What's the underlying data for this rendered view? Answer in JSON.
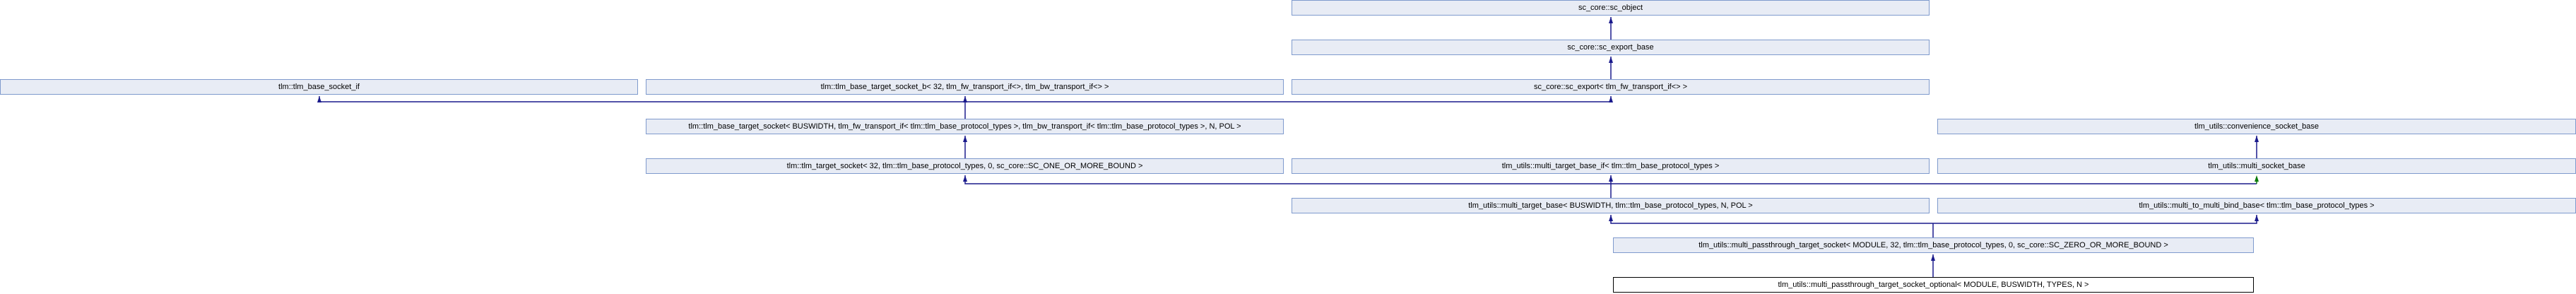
{
  "nodes": {
    "sc_object": "sc_core::sc_object",
    "sc_export_base": "sc_core::sc_export_base",
    "tlm_base_socket_if": "tlm::tlm_base_socket_if",
    "tlm_base_target_socket_b": "tlm::tlm_base_target_socket_b< 32, tlm_fw_transport_if<>, tlm_bw_transport_if<> >",
    "sc_export": "sc_core::sc_export< tlm_fw_transport_if<> >",
    "tlm_base_target_socket": "tlm::tlm_base_target_socket< BUSWIDTH, tlm_fw_transport_if< tlm::tlm_base_protocol_types >, tlm_bw_transport_if< tlm::tlm_base_protocol_types >, N, POL >",
    "convenience_socket_base": "tlm_utils::convenience_socket_base",
    "tlm_target_socket": "tlm::tlm_target_socket< 32, tlm::tlm_base_protocol_types, 0, sc_core::SC_ONE_OR_MORE_BOUND >",
    "multi_target_base_if": "tlm_utils::multi_target_base_if< tlm::tlm_base_protocol_types >",
    "multi_socket_base": "tlm_utils::multi_socket_base",
    "multi_target_base": "tlm_utils::multi_target_base< BUSWIDTH, tlm::tlm_base_protocol_types, N, POL >",
    "multi_to_multi_bind_base": "tlm_utils::multi_to_multi_bind_base< tlm::tlm_base_protocol_types >",
    "multi_passthrough_target_socket": "tlm_utils::multi_passthrough_target_socket< MODULE, 32, tlm::tlm_base_protocol_types, 0, sc_core::SC_ZERO_OR_MORE_BOUND >",
    "multi_passthrough_target_socket_optional": "tlm_utils::multi_passthrough_target_socket_optional< MODULE, BUSWIDTH, TYPES, N >"
  },
  "colors": {
    "public_edge": "#1a1a8c",
    "protected_edge": "#0a7a0a",
    "node_fill": "#e8ecf5",
    "node_border": "#7f9acd"
  }
}
